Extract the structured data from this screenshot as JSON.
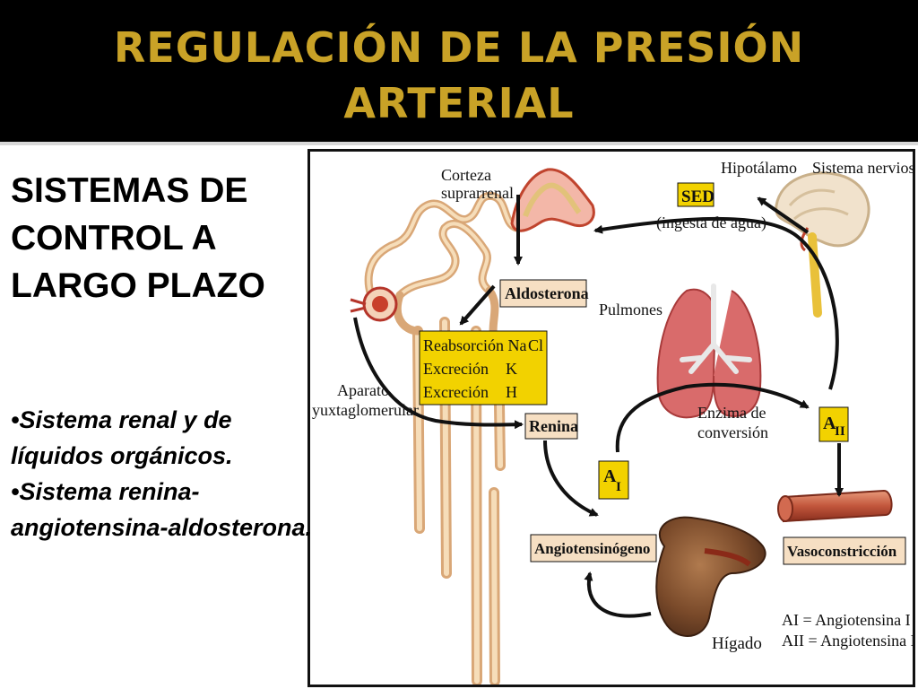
{
  "slide": {
    "title_line1": "REGULACIÓN DE LA PRESIÓN",
    "title_line2": "ARTERIAL",
    "side_title_lines": [
      "SISTEMAS DE",
      "CONTROL A",
      "LARGO PLAZO"
    ],
    "bullets": [
      "•Sistema renal y de",
      "líquidos orgánicos.",
      "•Sistema renina-",
      "angiotensina-aldosterona."
    ]
  },
  "diagram": {
    "corteza_line1": "Corteza",
    "corteza_line2": "suprarrenal",
    "hipotalamo": "Hipotálamo",
    "sistema_nervioso": "Sistema nervioso",
    "sed": "SED",
    "ingesta": "(ingesta de agua)",
    "aldosterona": "Aldosterona",
    "pulmones": "Pulmones",
    "reabsorcion": "Reabsorción Na",
    "reabsorcion_ion": "Cl",
    "excrecion_k": "Excreción",
    "k": "K",
    "excrecion_h": "Excreción",
    "h": "H",
    "aparato_line1": "Aparato",
    "aparato_line2": "yuxtaglomerular",
    "renina": "Renina",
    "enzima_line1": "Enzima de",
    "enzima_line2": "conversión",
    "a2": "A",
    "a2_sub": "II",
    "a1": "A",
    "a1_sub": "I",
    "angiotensinogeno": "Angiotensinógeno",
    "vasoconstriccion": "Vasoconstricción",
    "higado": "Hígado",
    "legend_line1": "AI = Angiotensina I",
    "legend_line2": "AII = Angiotensina II",
    "colors": {
      "box_yellow": "#f2d200",
      "box_beige": "#f6dfc3",
      "title_gold": "#c9a227"
    }
  }
}
